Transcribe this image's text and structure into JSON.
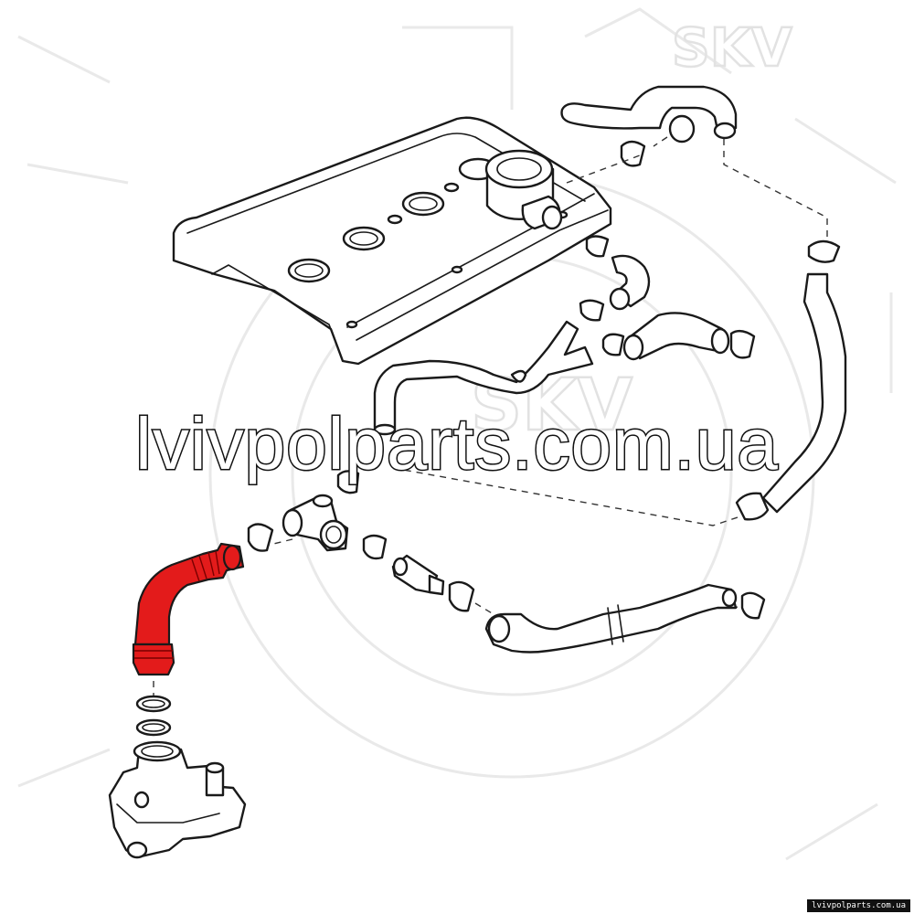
{
  "brand_mark": "SKV",
  "watermark_text": "lvivpolparts.com.ua",
  "footer_text": "lvivpolparts.com.ua",
  "highlight_color": "#e31b1b"
}
